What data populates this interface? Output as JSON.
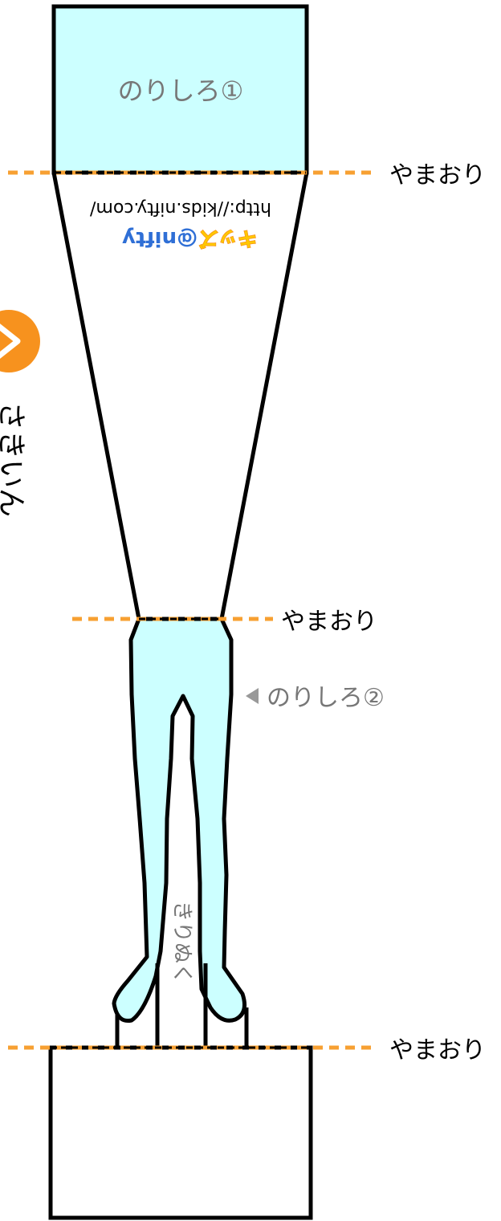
{
  "page": {
    "glue_tab_1": "のりしろ①",
    "glue_tab_2": "のりしろ②",
    "mountain_fold": "やまおり",
    "cut_out": "きりぬく",
    "side_label": "さきいん",
    "url": "http://kids.nifty.com/",
    "logo": {
      "kana": "キッズ",
      "brand": "@nifty"
    }
  },
  "colors": {
    "fill": "#ccffff",
    "outline": "#000000",
    "fold_line": "#f7a032",
    "accent_orange": "#f7921e",
    "gray_text": "#777777",
    "logo_blue": "#2f6fd6",
    "logo_green": "#2fae4a",
    "logo_yellow": "#ffc800"
  }
}
